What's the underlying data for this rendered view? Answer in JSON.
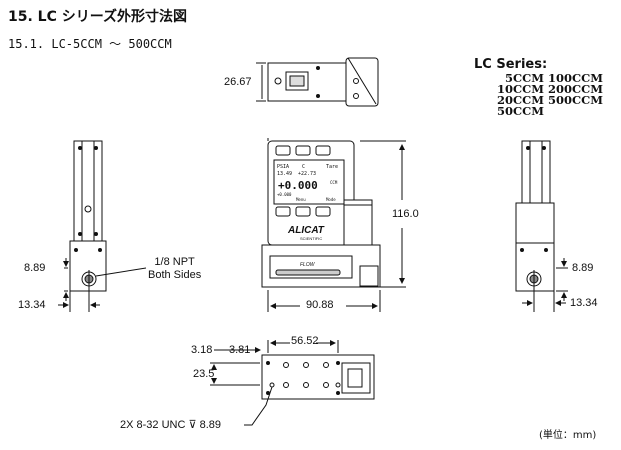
{
  "title": "15.  LC シリーズ外形寸法図",
  "subtitle": "15.1.  LC-5CCM ～ 500CCM",
  "series": {
    "heading": "LC Series:",
    "rows": [
      [
        "5CCM",
        "100CCM"
      ],
      [
        "10CCM",
        "200CCM"
      ],
      [
        "20CCM",
        "500CCM"
      ],
      [
        "50CCM",
        ""
      ]
    ]
  },
  "dimensions": {
    "top_height": "26.67",
    "front_height": "116.0",
    "front_width": "90.88",
    "left_port_height": "8.89",
    "left_port_offset": "13.34",
    "right_port_height": "8.89",
    "right_port_offset": "13.34",
    "bottom_length": "56.52",
    "bottom_edge": "3.18",
    "bottom_offset": "3.81",
    "bottom_depth": "23.5"
  },
  "notes": {
    "npt_line1": "1/8 NPT",
    "npt_line2": "Both Sides",
    "thread": "2X 8-32 UNC  ⊽ 8.89",
    "unit": "(単位：mm)"
  },
  "display": {
    "line1_left": "PSIA",
    "line1_mid": "C",
    "line1_right": "Tare",
    "line2_left": "13.49",
    "line2_mid": "+22.73",
    "main_value": "+0.000",
    "main_unit": "CCM",
    "line4_left": "+0.000",
    "line4_mid": "Menu",
    "line4_right": "Mode",
    "brand": "ALICAT",
    "brand_sub": "SCIENTIFIC",
    "label": "FLOW"
  }
}
